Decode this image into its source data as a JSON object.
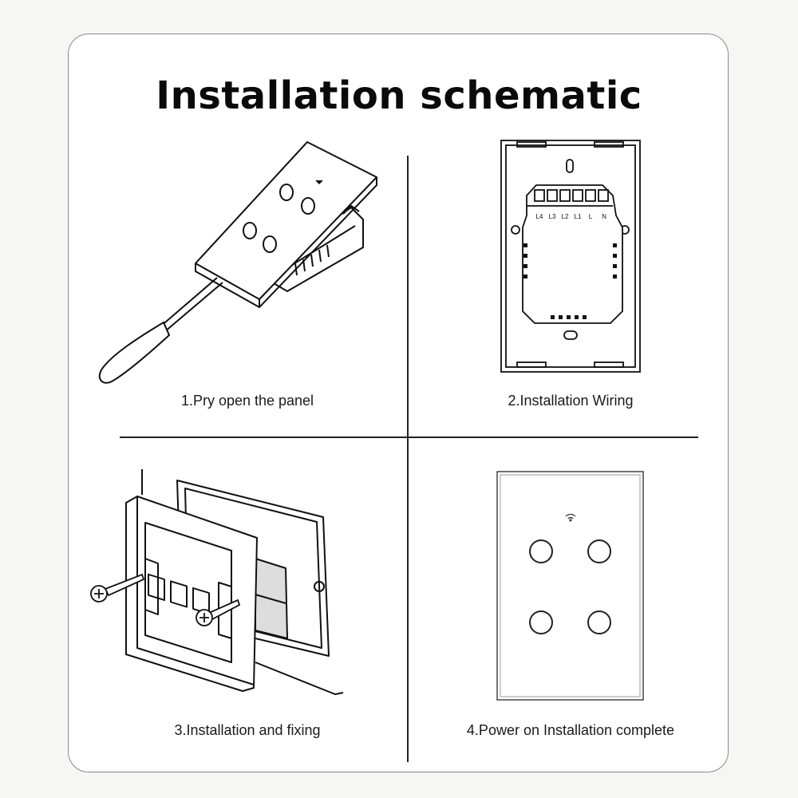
{
  "title": "Installation schematic",
  "steps": [
    {
      "caption": "1.Pry open the panel"
    },
    {
      "caption": "2.Installation Wiring"
    },
    {
      "caption": "3.Installation and fixing"
    },
    {
      "caption": "4.Power on Installation complete"
    }
  ],
  "terminals": [
    "L4",
    "L3",
    "L2",
    "L1",
    "L",
    "N"
  ]
}
